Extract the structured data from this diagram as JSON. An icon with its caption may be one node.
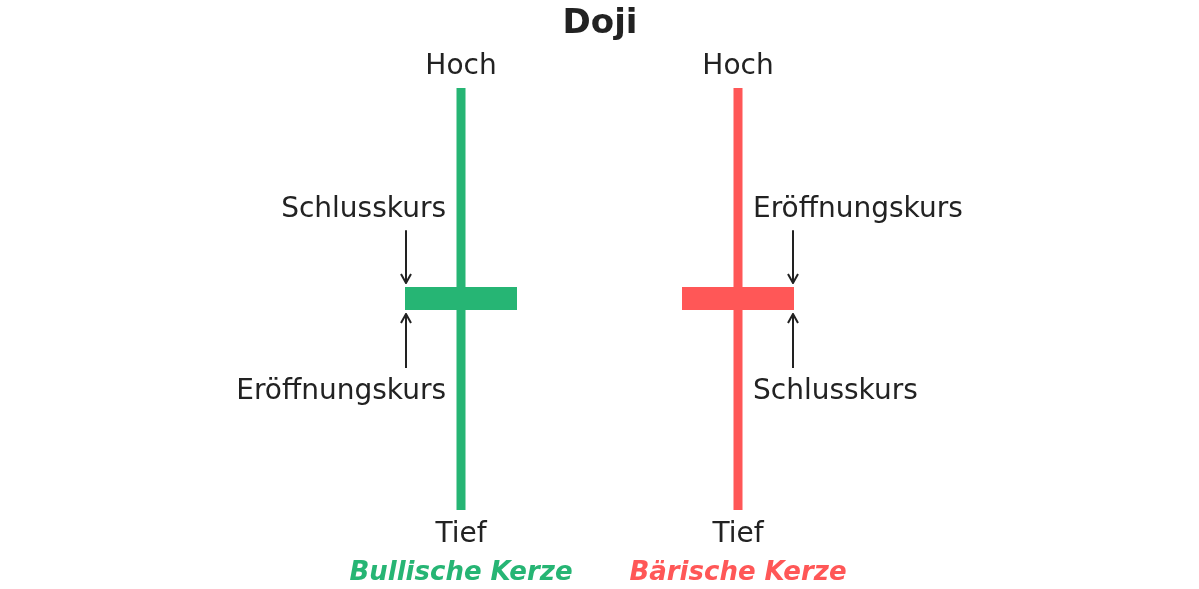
{
  "diagram": {
    "title": "Doji",
    "nodes": [
      {
        "text": [
          "Schlusskurs"
        ]
      },
      {
        "text": [],
        "shape": "bar"
      },
      {
        "text": [
          "Eröffnungskurs"
        ]
      },
      {
        "text": [
          "Eröffnungskurs"
        ]
      },
      {
        "text": [],
        "shape": "bar"
      },
      {
        "text": [
          "Schlusskurs"
        ]
      }
    ],
    "edges": [
      {
        "from": 0,
        "to": 1,
        "arrow": "to"
      },
      {
        "from": 2,
        "to": 1,
        "arrow": "to"
      },
      {
        "from": 3,
        "to": 4,
        "arrow": "to"
      },
      {
        "from": 5,
        "to": 4,
        "arrow": "to"
      }
    ],
    "labels": [
      "Hoch",
      "Hoch",
      "Tief",
      "Tief",
      "Bullische Kerze",
      "Bärische Kerze"
    ]
  }
}
